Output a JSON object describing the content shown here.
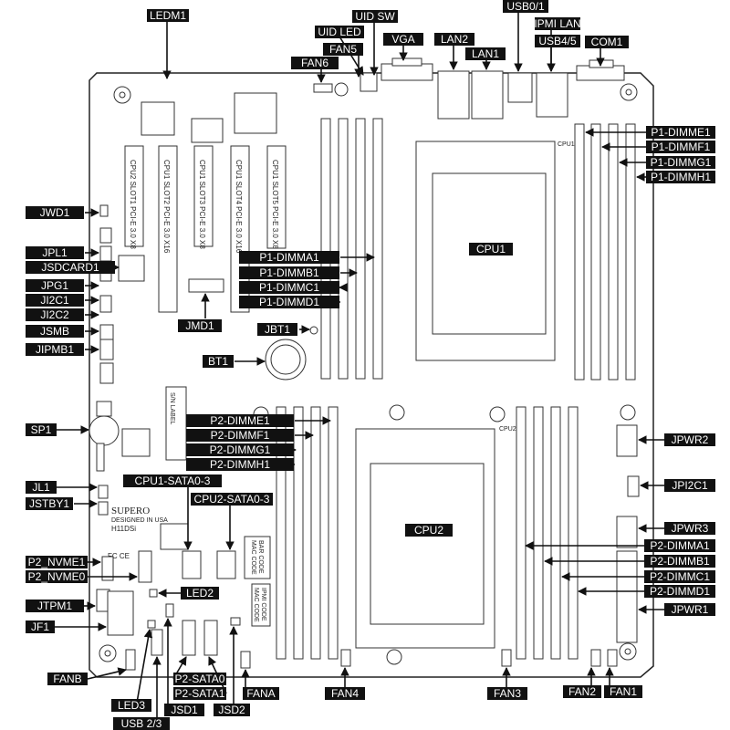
{
  "labels": {
    "ledm1": "LEDM1",
    "uid_sw": "UID SW",
    "usb01": "USB0/1",
    "uid_led": "UID LED",
    "vga": "VGA",
    "lan2": "LAN2",
    "ipmi_lan": "IPMI LAN",
    "fan5": "FAN5",
    "usb45": "USB4/5",
    "com1": "COM1",
    "lan1": "LAN1",
    "fan6": "FAN6",
    "p1_dimme1": "P1-DIMME1",
    "p1_dimmf1": "P1-DIMMF1",
    "p1_dimmg1": "P1-DIMMG1",
    "p1_dimmh1": "P1-DIMMH1",
    "jwd1": "JWD1",
    "jpl1": "JPL1",
    "jsdcard1": "JSDCARD1",
    "jpg1": "JPG1",
    "ji2c1": "JI2C1",
    "ji2c2": "JI2C2",
    "jsmb": "JSMB",
    "jipmb1": "JIPMB1",
    "p1_dimma1": "P1-DIMMA1",
    "p1_dimmb1": "P1-DIMMB1",
    "p1_dimmc1": "P1-DIMMC1",
    "p1_dimmd1": "P1-DIMMD1",
    "cpu1": "CPU1",
    "jmd1": "JMD1",
    "jbt1": "JBT1",
    "bt1": "BT1",
    "sp1": "SP1",
    "p2_dimme1": "P2-DIMME1",
    "p2_dimmf1": "P2-DIMMF1",
    "p2_dimmg1": "P2-DIMMG1",
    "p2_dimmh1": "P2-DIMMH1",
    "jpwr2": "JPWR2",
    "jl1": "JL1",
    "cpu1_sata": "CPU1-SATA0-3",
    "cpu2_sata": "CPU2-SATA0-3",
    "jstby1": "JSTBY1",
    "jpi2c1": "JPI2C1",
    "cpu2": "CPU2",
    "jpwr3": "JPWR3",
    "p2_dimma1": "P2-DIMMA1",
    "p2_nvme1": "P2_NVME1",
    "p2_dimmb1": "P2-DIMMB1",
    "p2_nvme0": "P2_NVME0",
    "p2_dimmc1": "P2-DIMMC1",
    "led2": "LED2",
    "p2_dimmd1": "P2-DIMMD1",
    "jtpm1": "JTPM1",
    "jpwr1": "JPWR1",
    "jf1": "JF1",
    "fanb": "FANB",
    "p2_sata0": "P2-SATA0",
    "p2_sata1": "P2-SATA1",
    "fana": "FANA",
    "fan4": "FAN4",
    "fan3": "FAN3",
    "fan2": "FAN2",
    "fan1": "FAN1",
    "led3": "LED3",
    "jsd1": "JSD1",
    "jsd2": "JSD2",
    "usb23": "USB 2/3"
  },
  "board_text": {
    "slot1": "CPU2 SLOT1 PCI-E 3.0 X8",
    "slot2": "CPU1 SLOT2 PCI-E 3.0 X16",
    "slot3": "CPU1 SLOT3 PCI-E 3.0 X8",
    "slot4": "CPU1 SLOT4 PCI-E 3.0 X16",
    "slot5": "CPU1 SLOT5 PCI-E 3.0 X8",
    "sn_label": "S/N LABEL",
    "bar_code": "BAR CODE",
    "mac_code": "MAC CODE",
    "ipmi_code": "IPMI CODE",
    "brand": "SUPERO",
    "designed": "DESIGNED IN USA",
    "model": "H11DSi",
    "fcc": "FC CE",
    "cpu1_small": "CPU1",
    "cpu2_small": "CPU2"
  }
}
